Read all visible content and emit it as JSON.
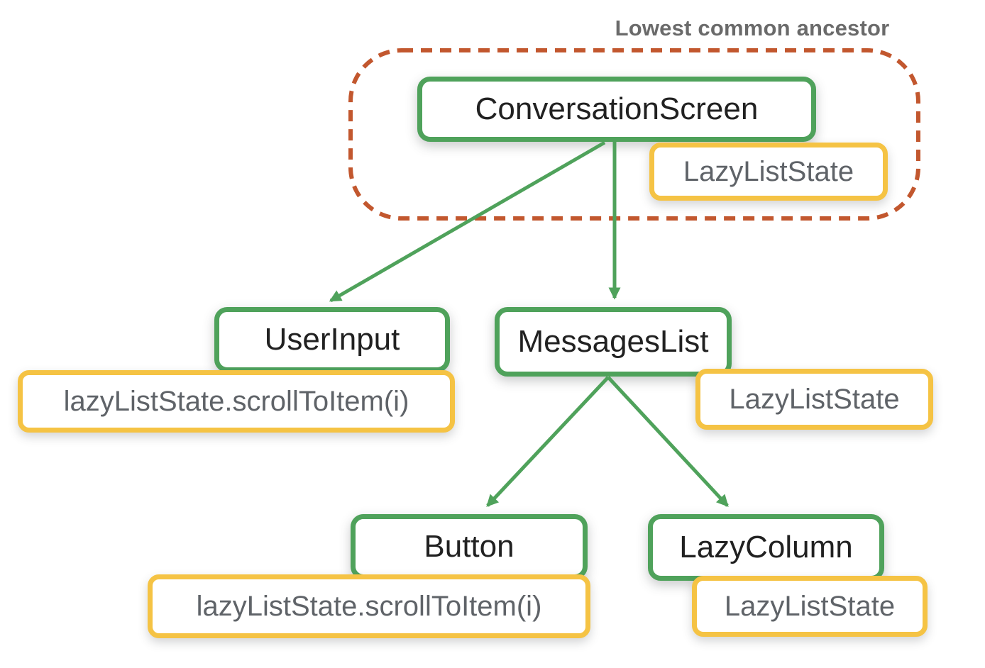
{
  "title": {
    "label": "Lowest common ancestor"
  },
  "colors": {
    "background": "#ffffff",
    "node_border": "#4fa25b",
    "node_text": "#212121",
    "state_border": "#f5c344",
    "state_text": "#5f6368",
    "ancestor_outline": "#c2572e",
    "edge": "#4fa25b",
    "title_text": "#6a6a6a"
  },
  "nodes": {
    "conversation_screen": {
      "label": "ConversationScreen"
    },
    "user_input": {
      "label": "UserInput"
    },
    "messages_list": {
      "label": "MessagesList"
    },
    "button": {
      "label": "Button"
    },
    "lazy_column": {
      "label": "LazyColumn"
    }
  },
  "states": {
    "conversation_screen_state": {
      "label": "LazyListState"
    },
    "user_input_call": {
      "label": "lazyListState.scrollToItem(i)"
    },
    "messages_list_state": {
      "label": "LazyListState"
    },
    "button_call": {
      "label": "lazyListState.scrollToItem(i)"
    },
    "lazy_column_state": {
      "label": "LazyListState"
    }
  },
  "edges": [
    {
      "from": "ConversationScreen",
      "to": "UserInput"
    },
    {
      "from": "ConversationScreen",
      "to": "MessagesList"
    },
    {
      "from": "MessagesList",
      "to": "Button"
    },
    {
      "from": "MessagesList",
      "to": "LazyColumn"
    }
  ],
  "ancestor_group": {
    "members": [
      "ConversationScreen",
      "LazyListState"
    ]
  }
}
